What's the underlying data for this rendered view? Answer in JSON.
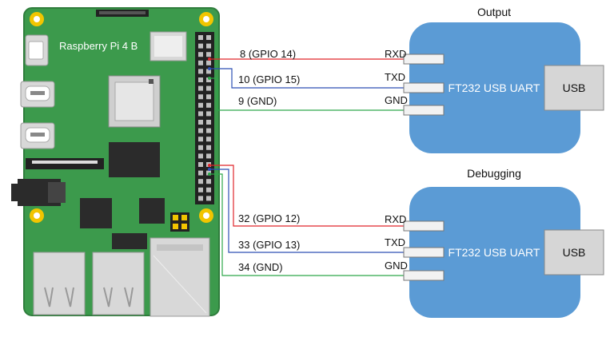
{
  "board": {
    "label": "Raspberry Pi 4 B"
  },
  "modules": {
    "output": {
      "title": "Output",
      "chip_label": "FT232 USB UART",
      "usb_label": "USB",
      "pins": {
        "rxd": "RXD",
        "txd": "TXD",
        "gnd": "GND"
      }
    },
    "debugging": {
      "title": "Debugging",
      "chip_label": "FT232 USB UART",
      "usb_label": "USB",
      "pins": {
        "rxd": "RXD",
        "txd": "TXD",
        "gnd": "GND"
      }
    }
  },
  "wires": {
    "output": [
      {
        "label": "8 (GPIO 14)",
        "color": "#e0262b"
      },
      {
        "label": "10 (GPIO 15)",
        "color": "#2d4fb5"
      },
      {
        "label": "9 (GND)",
        "color": "#2ea84a"
      }
    ],
    "debugging": [
      {
        "label": "32 (GPIO 12)",
        "color": "#e0262b"
      },
      {
        "label": "33 (GPIO 13)",
        "color": "#2d4fb5"
      },
      {
        "label": "34 (GND)",
        "color": "#2ea84a"
      }
    ]
  },
  "colors": {
    "board_green": "#3c9a4c",
    "board_edge": "#2f7d3c",
    "module_blue": "#5b9bd5",
    "mount_hole": "#f2c500",
    "header_black": "#222222"
  }
}
